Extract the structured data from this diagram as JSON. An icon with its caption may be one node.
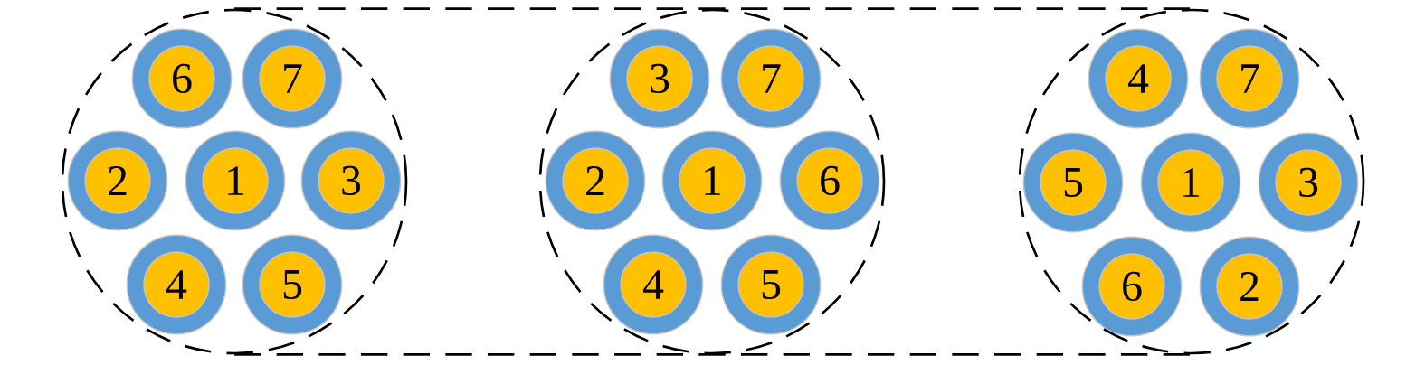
{
  "diagram": {
    "nodes": [
      {
        "text": [],
        "shape": "circle"
      },
      {
        "text": [
          "6"
        ],
        "in": 0
      },
      {
        "text": [
          "7"
        ],
        "in": 0
      },
      {
        "text": [
          "2"
        ],
        "in": 0
      },
      {
        "text": [
          "1"
        ],
        "in": 0
      },
      {
        "text": [
          "3"
        ],
        "in": 0
      },
      {
        "text": [
          "4"
        ],
        "in": 0
      },
      {
        "text": [
          "5"
        ],
        "in": 0
      },
      {
        "text": [],
        "shape": "circle"
      },
      {
        "text": [
          "3"
        ],
        "in": 8
      },
      {
        "text": [
          "7"
        ],
        "in": 8
      },
      {
        "text": [
          "2"
        ],
        "in": 8
      },
      {
        "text": [
          "1"
        ],
        "in": 8
      },
      {
        "text": [
          "6"
        ],
        "in": 8
      },
      {
        "text": [
          "4"
        ],
        "in": 8
      },
      {
        "text": [
          "5"
        ],
        "in": 8
      },
      {
        "text": [],
        "shape": "circle"
      },
      {
        "text": [
          "4"
        ],
        "in": 16
      },
      {
        "text": [
          "7"
        ],
        "in": 16
      },
      {
        "text": [
          "5"
        ],
        "in": 16
      },
      {
        "text": [
          "1"
        ],
        "in": 16
      },
      {
        "text": [
          "3"
        ],
        "in": 16
      },
      {
        "text": [
          "6"
        ],
        "in": 16
      },
      {
        "text": [
          "2"
        ],
        "in": 16
      }
    ],
    "edges": [
      {
        "from": 0,
        "to": 16,
        "arrow": "none",
        "style": "dashed"
      },
      {
        "from": 0,
        "to": 16,
        "arrow": "none",
        "style": "dashed"
      }
    ]
  }
}
